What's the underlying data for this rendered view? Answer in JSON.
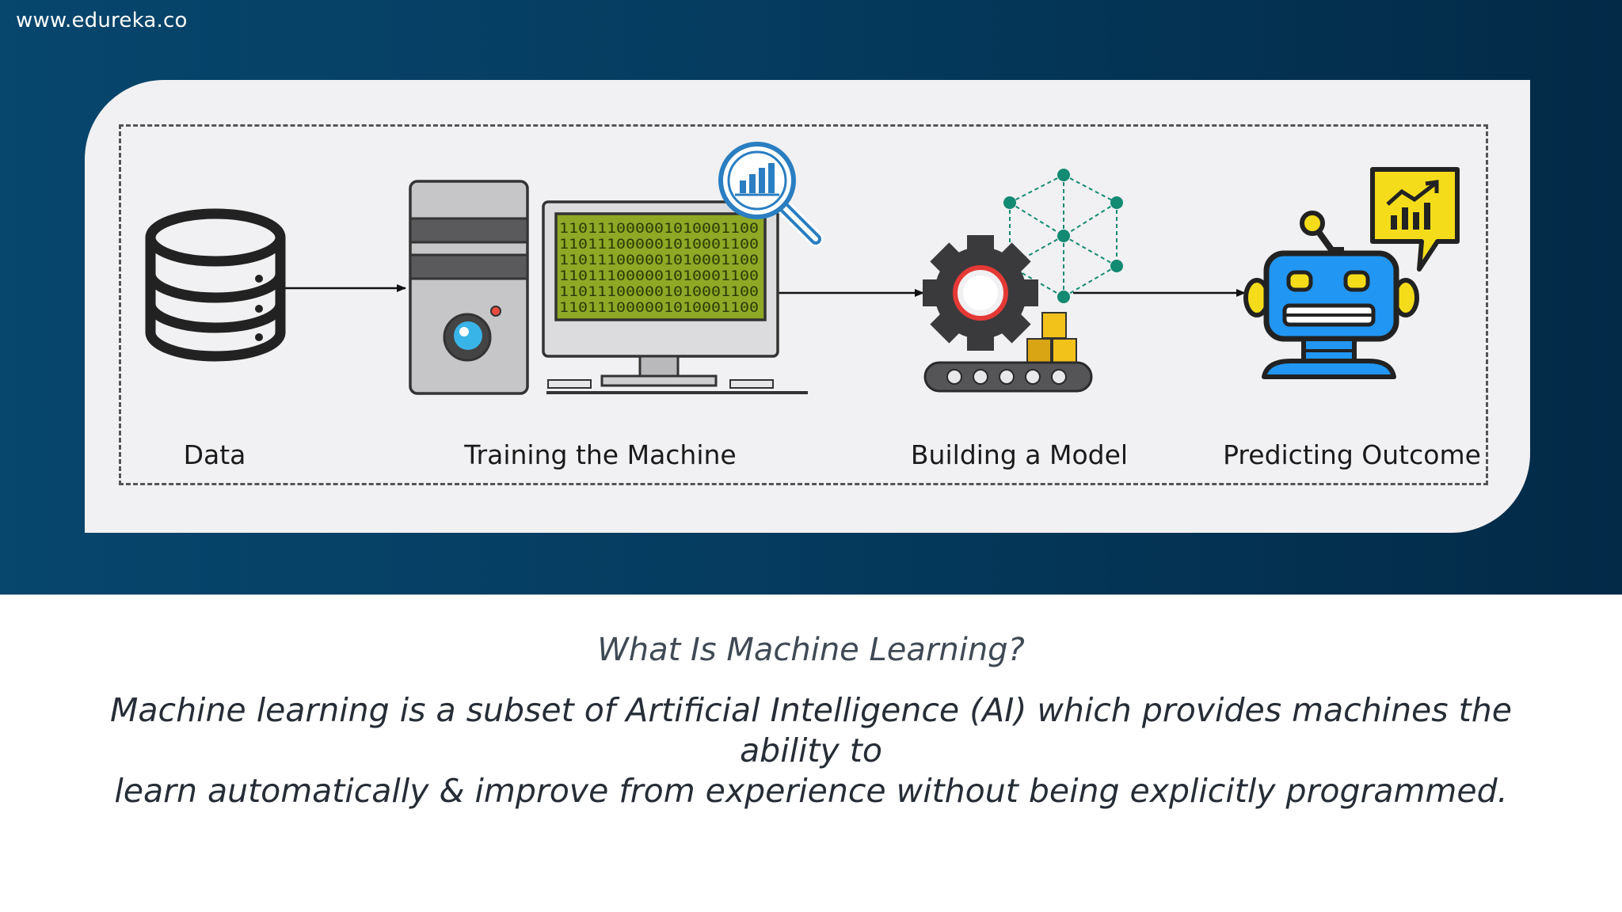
{
  "header": {
    "site_url": "www.edureka.co"
  },
  "diagram": {
    "stages": [
      {
        "label": "Data",
        "icon": "database-icon"
      },
      {
        "label": "Training the Machine",
        "icon": "computer-icon"
      },
      {
        "label": "Building a Model",
        "icon": "gear-model-icon"
      },
      {
        "label": "Predicting Outcome",
        "icon": "robot-icon"
      }
    ],
    "binary_lines": [
      "110111000001010001100",
      "110111000001010001100",
      "110111000001010001100",
      "110111000001010001100",
      "110111000001010001100",
      "110111000001010001100"
    ]
  },
  "caption": {
    "title": "What Is Machine Learning?",
    "definition_line1": "Machine learning is a subset of Artificial Intelligence (AI) which provides machines the ability to",
    "definition_line2": "learn automatically & improve from experience without being explicitly programmed."
  },
  "colors": {
    "banner_start": "#07466d",
    "banner_end": "#032a47",
    "panel": "#f1f0f2",
    "screen_green": "#8fa826",
    "accent_blue": "#2a7ec1",
    "graph_teal": "#138a72",
    "robot_blue": "#2196f3",
    "bubble_yellow": "#f5dc1a"
  }
}
